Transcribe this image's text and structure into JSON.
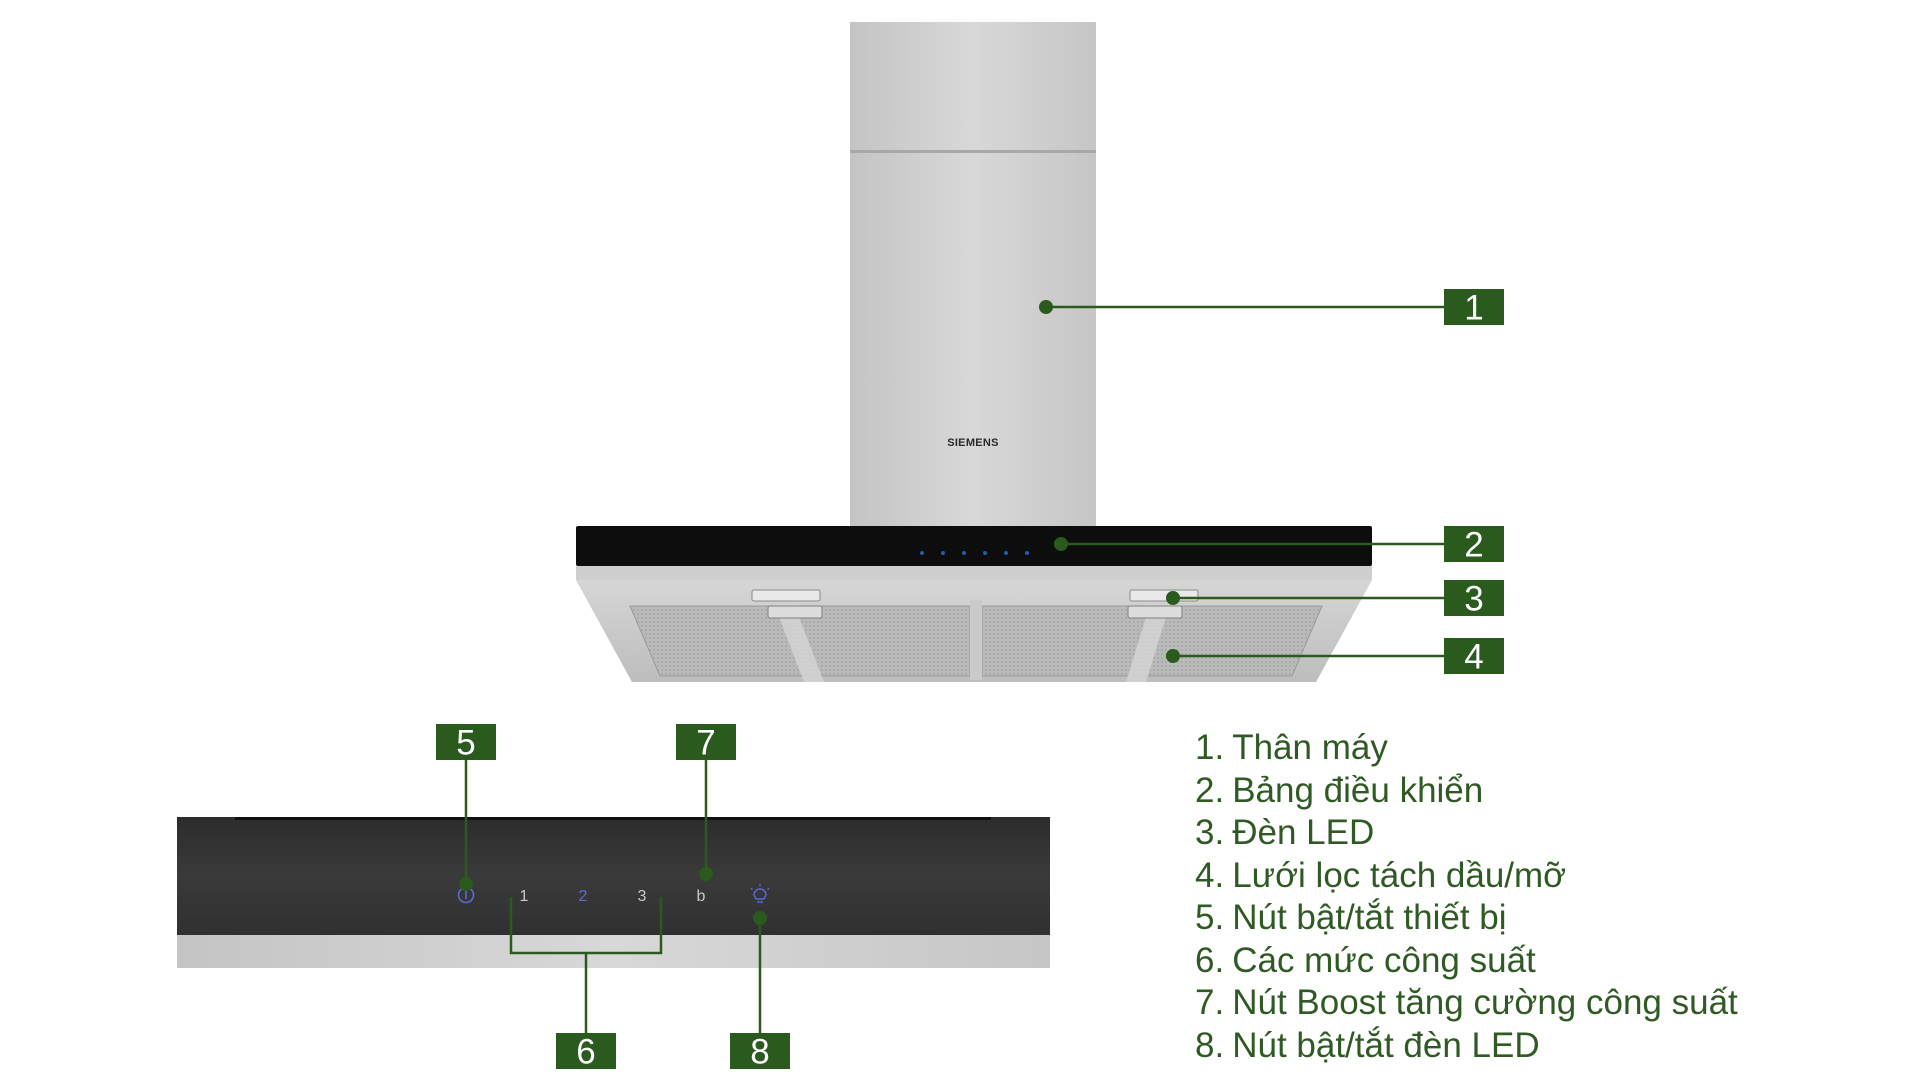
{
  "brand": "SIEMENS",
  "colors": {
    "accent_green": "#2a5a1e",
    "legend_text": "#2f5a24",
    "panel_icon_blue": "#5a6ad8",
    "panel_icon_grey": "#c9c9c9"
  },
  "control_panel": {
    "power_icon": "power-icon",
    "levels": [
      "1",
      "2",
      "3"
    ],
    "boost": "b",
    "light_icon": "light-icon"
  },
  "callouts": [
    "1",
    "2",
    "3",
    "4",
    "5",
    "6",
    "7",
    "8"
  ],
  "legend": [
    {
      "num": "1.",
      "text": "Thân máy"
    },
    {
      "num": "2.",
      "text": "Bảng điều khiển"
    },
    {
      "num": "3.",
      "text": "Đèn LED"
    },
    {
      "num": "4.",
      "text": "Lưới lọc tách dầu/mỡ"
    },
    {
      "num": "5.",
      "text": "Nút bật/tắt thiết bị"
    },
    {
      "num": "6.",
      "text": "Các mức công suất"
    },
    {
      "num": "7.",
      "text": "Nút Boost tăng cường công suất"
    },
    {
      "num": "8.",
      "text": "Nút bật/tắt đèn LED"
    }
  ]
}
